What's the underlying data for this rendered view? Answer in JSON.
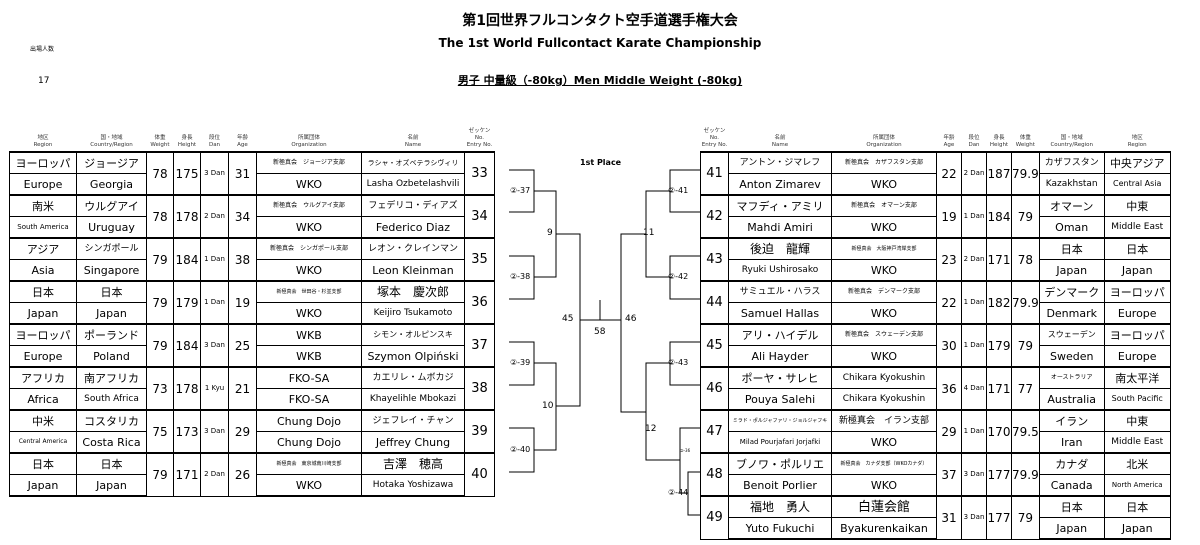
{
  "header": {
    "title_jp": "第1回世界フルコンタクト空手道選手権大会",
    "title_en": "The 1st World Fullcontact Karate Championship",
    "division": "男子 中量級（-80kg）Men Middle Weight (-80kg)",
    "entries_label": "出場人数",
    "entries_count": "17"
  },
  "columns_left": {
    "region": [
      "地区",
      "Region"
    ],
    "country": [
      "国・地域",
      "Country/Region"
    ],
    "weight": [
      "体重",
      "Weight"
    ],
    "height": [
      "身長",
      "Height"
    ],
    "dan": [
      "段位",
      "Dan"
    ],
    "age": [
      "年齢",
      "Age"
    ],
    "org": [
      "所属団体",
      "Organization"
    ],
    "name": [
      "名前",
      "Name"
    ],
    "entry": [
      "ゼッケン",
      "No.",
      "Entry No."
    ]
  },
  "columns_right": {
    "entry": [
      "ゼッケン",
      "No.",
      "Entry No."
    ],
    "name": [
      "名前",
      "Name"
    ],
    "org": [
      "所属団体",
      "Organization"
    ],
    "age": [
      "年齢",
      "Age"
    ],
    "dan": [
      "段位",
      "Dan"
    ],
    "height": [
      "身長",
      "Height"
    ],
    "weight": [
      "体重",
      "Weight"
    ],
    "country": [
      "国・地域",
      "Country/Region"
    ],
    "region": [
      "地区",
      "Region"
    ]
  },
  "left_fighters": [
    {
      "region_jp": "ヨーロッパ",
      "region_en": "Europe",
      "country_jp": "ジョージア",
      "country_en": "Georgia",
      "weight": "78",
      "height": "175",
      "dan": "3 Dan",
      "age": "31",
      "org_jp": "新極真会　ジョージア支部",
      "org_en": "WKO",
      "name_jp": "ラシャ・オズベテラシヴィリ",
      "name_en": "Lasha Ozbetelashvili",
      "entry": "33"
    },
    {
      "region_jp": "南米",
      "region_en": "South America",
      "country_jp": "ウルグアイ",
      "country_en": "Uruguay",
      "weight": "78",
      "height": "178",
      "dan": "2 Dan",
      "age": "34",
      "org_jp": "新極真会　ウルグアイ支部",
      "org_en": "WKO",
      "name_jp": "フェデリコ・ディアズ",
      "name_en": "Federico Diaz",
      "entry": "34"
    },
    {
      "region_jp": "アジア",
      "region_en": "Asia",
      "country_jp": "シンガポール",
      "country_en": "Singapore",
      "weight": "79",
      "height": "184",
      "dan": "1 Dan",
      "age": "38",
      "org_jp": "新極真会　シンガポール支部",
      "org_en": "WKO",
      "name_jp": "レオン・クレインマン",
      "name_en": "Leon Kleinman",
      "entry": "35"
    },
    {
      "region_jp": "日本",
      "region_en": "Japan",
      "country_jp": "日本",
      "country_en": "Japan",
      "weight": "79",
      "height": "179",
      "dan": "1 Dan",
      "age": "19",
      "org_jp": "新極真会　世田谷・杉並支部",
      "org_en": "WKO",
      "name_jp": "塚本　慶次郎",
      "name_en": "Keijiro Tsukamoto",
      "entry": "36"
    },
    {
      "region_jp": "ヨーロッパ",
      "region_en": "Europe",
      "country_jp": "ポーランド",
      "country_en": "Poland",
      "weight": "79",
      "height": "184",
      "dan": "3 Dan",
      "age": "25",
      "org_jp": "WKB",
      "org_en": "WKB",
      "name_jp": "シモン・オルピンスキ",
      "name_en": "Szymon Olpiński",
      "entry": "37"
    },
    {
      "region_jp": "アフリカ",
      "region_en": "Africa",
      "country_jp": "南アフリカ",
      "country_en": "South Africa",
      "weight": "73",
      "height": "178",
      "dan": "1 Kyu",
      "age": "21",
      "org_jp": "FKO-SA",
      "org_en": "FKO-SA",
      "name_jp": "カエリレ・ムボカジ",
      "name_en": "Khayelihle Mbokazi",
      "entry": "38"
    },
    {
      "region_jp": "中米",
      "region_en": "Central America",
      "country_jp": "コスタリカ",
      "country_en": "Costa Rica",
      "weight": "75",
      "height": "173",
      "dan": "3 Dan",
      "age": "29",
      "org_jp": "Chung Dojo",
      "org_en": "Chung Dojo",
      "name_jp": "ジェフレイ・チャン",
      "name_en": "Jeffrey Chung",
      "entry": "39"
    },
    {
      "region_jp": "日本",
      "region_en": "Japan",
      "country_jp": "日本",
      "country_en": "Japan",
      "weight": "79",
      "height": "171",
      "dan": "2 Dan",
      "age": "26",
      "org_jp": "新極真会　東京城南川崎支部",
      "org_en": "WKO",
      "name_jp": "吉澤　穂高",
      "name_en": "Hotaka Yoshizawa",
      "entry": "40"
    }
  ],
  "right_fighters": [
    {
      "entry": "41",
      "name_jp": "アントン・ジマレフ",
      "name_en": "Anton Zimarev",
      "org_jp": "新極真会　カザフスタン支部",
      "org_en": "WKO",
      "age": "22",
      "dan": "2 Dan",
      "height": "187",
      "weight": "79.9",
      "country_jp": "カザフスタン",
      "country_en": "Kazakhstan",
      "region_jp": "中央アジア",
      "region_en": "Central Asia"
    },
    {
      "entry": "42",
      "name_jp": "マフディ・アミリ",
      "name_en": "Mahdi Amiri",
      "org_jp": "新極真会　オマーン支部",
      "org_en": "WKO",
      "age": "19",
      "dan": "1 Dan",
      "height": "184",
      "weight": "79",
      "country_jp": "オマーン",
      "country_en": "Oman",
      "region_jp": "中東",
      "region_en": "Middle East"
    },
    {
      "entry": "43",
      "name_jp": "後迫　龍輝",
      "name_en": "Ryuki Ushirosako",
      "org_jp": "新極真会　大阪神戸湾岸支部",
      "org_en": "WKO",
      "age": "23",
      "dan": "2 Dan",
      "height": "171",
      "weight": "78",
      "country_jp": "日本",
      "country_en": "Japan",
      "region_jp": "日本",
      "region_en": "Japan"
    },
    {
      "entry": "44",
      "name_jp": "サミュエル・ハラス",
      "name_en": "Samuel Hallas",
      "org_jp": "新極真会　デンマーク支部",
      "org_en": "WKO",
      "age": "22",
      "dan": "1 Dan",
      "height": "182",
      "weight": "79.9",
      "country_jp": "デンマーク",
      "country_en": "Denmark",
      "region_jp": "ヨーロッパ",
      "region_en": "Europe"
    },
    {
      "entry": "45",
      "name_jp": "アリ・ハイデル",
      "name_en": "Ali Hayder",
      "org_jp": "新極真会　スウェーデン支部",
      "org_en": "WKO",
      "age": "30",
      "dan": "1 Dan",
      "height": "179",
      "weight": "79",
      "country_jp": "スウェーデン",
      "country_en": "Sweden",
      "region_jp": "ヨーロッパ",
      "region_en": "Europe"
    },
    {
      "entry": "46",
      "name_jp": "ポーヤ・サレヒ",
      "name_en": "Pouya Salehi",
      "org_jp": "Chikara Kyokushin",
      "org_en": "Chikara Kyokushin",
      "age": "36",
      "dan": "4 Dan",
      "height": "171",
      "weight": "77",
      "country_jp": "オーストラリア",
      "country_en": "Australia",
      "region_jp": "南太平洋",
      "region_en": "South Pacific"
    },
    {
      "entry": "47",
      "name_jp": "ミラド・ポルジャファリ・ジョルジャフキ",
      "name_en": "Milad Pourjafari Jorjafki",
      "org_jp": "新極真会　イラン支部",
      "org_en": "WKO",
      "age": "29",
      "dan": "1 Dan",
      "height": "170",
      "weight": "79.5",
      "country_jp": "イラン",
      "country_en": "Iran",
      "region_jp": "中東",
      "region_en": "Middle East"
    },
    {
      "entry": "48",
      "name_jp": "ブノワ・ポルリエ",
      "name_en": "Benoit Porlier",
      "org_jp": "新極真会　カナダ支部（WKOカナダ）",
      "org_en": "WKO",
      "age": "37",
      "dan": "3 Dan",
      "height": "177",
      "weight": "79.9",
      "country_jp": "カナダ",
      "country_en": "Canada",
      "region_jp": "北米",
      "region_en": "North America"
    },
    {
      "entry": "49",
      "name_jp": "福地　勇人",
      "name_en": "Yuto Fukuchi",
      "org_jp": "白蓮会館",
      "org_en": "Byakurenkaikan",
      "age": "31",
      "dan": "3 Dan",
      "height": "177",
      "weight": "79",
      "country_jp": "日本",
      "country_en": "Japan",
      "region_jp": "日本",
      "region_en": "Japan"
    }
  ],
  "bracket": {
    "first_place": "1st Place",
    "left_r1": [
      "②-37",
      "②-38",
      "②-39",
      "②-40"
    ],
    "left_r2": [
      "9",
      "10"
    ],
    "left_semi": "45",
    "final": "58",
    "right_semi": "46",
    "right_r2": [
      "11",
      "12"
    ],
    "right_r1": [
      "②-41",
      "②-42",
      "②-43",
      "②-44"
    ],
    "prelim": "②-36"
  }
}
